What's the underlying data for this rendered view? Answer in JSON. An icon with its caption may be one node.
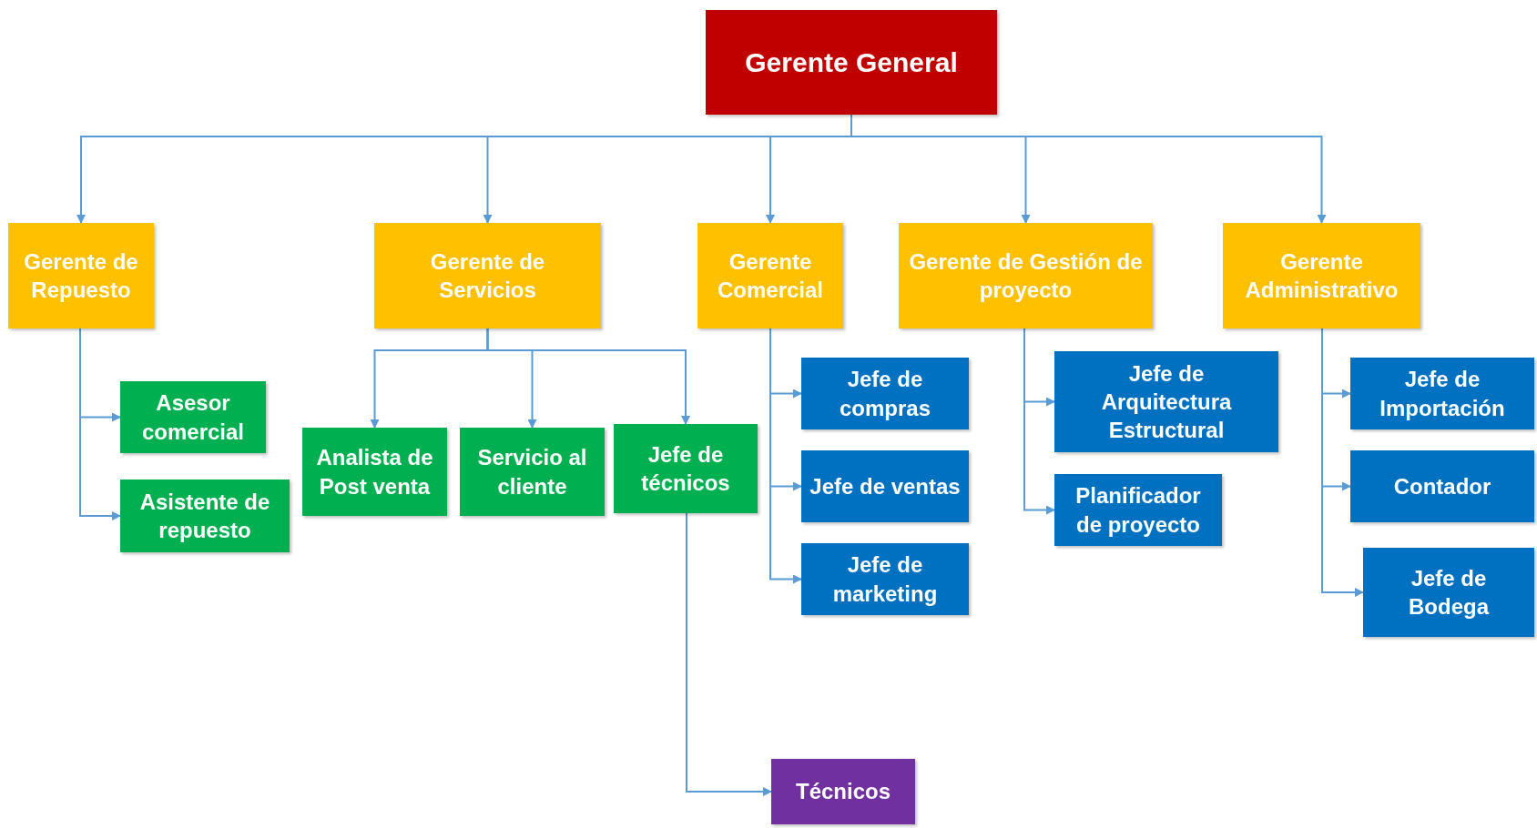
{
  "diagram": {
    "nodes": [
      {
        "text": [
          "Gerente General"
        ]
      },
      {
        "text": [
          "Gerente de Repuesto"
        ]
      },
      {
        "text": [
          "Gerente de Servicios"
        ]
      },
      {
        "text": [
          "Gerente Comercial"
        ]
      },
      {
        "text": [
          "Gerente de Gestión de proyecto"
        ]
      },
      {
        "text": [
          "Gerente Administrativo"
        ]
      },
      {
        "text": [
          "Asesor comercial"
        ]
      },
      {
        "text": [
          "Asistente de repuesto"
        ]
      },
      {
        "text": [
          "Analista de Post venta"
        ]
      },
      {
        "text": [
          "Servicio al cliente"
        ]
      },
      {
        "text": [
          "Jefe de técnicos"
        ]
      },
      {
        "text": [
          "Jefe de compras"
        ]
      },
      {
        "text": [
          "Jefe de ventas"
        ]
      },
      {
        "text": [
          "Jefe de marketing"
        ]
      },
      {
        "text": [
          "Jefe de Arquitectura Estructural"
        ]
      },
      {
        "text": [
          "Planificador de proyecto"
        ]
      },
      {
        "text": [
          "Jefe de Importación"
        ]
      },
      {
        "text": [
          "Contador"
        ]
      },
      {
        "text": [
          "Jefe de Bodega"
        ]
      },
      {
        "text": [
          "Técnicos"
        ]
      }
    ],
    "edges": [
      {
        "from": 0,
        "to": 1,
        "arrow": "to"
      },
      {
        "from": 0,
        "to": 2,
        "arrow": "to"
      },
      {
        "from": 0,
        "to": 3,
        "arrow": "to"
      },
      {
        "from": 0,
        "to": 4,
        "arrow": "to"
      },
      {
        "from": 0,
        "to": 5,
        "arrow": "to"
      },
      {
        "from": 1,
        "to": 6,
        "arrow": "to"
      },
      {
        "from": 1,
        "to": 7,
        "arrow": "to"
      },
      {
        "from": 2,
        "to": 8,
        "arrow": "to"
      },
      {
        "from": 2,
        "to": 9,
        "arrow": "to"
      },
      {
        "from": 2,
        "to": 10,
        "arrow": "to"
      },
      {
        "from": 3,
        "to": 11,
        "arrow": "to"
      },
      {
        "from": 3,
        "to": 12,
        "arrow": "to"
      },
      {
        "from": 3,
        "to": 13,
        "arrow": "to"
      },
      {
        "from": 4,
        "to": 14,
        "arrow": "to"
      },
      {
        "from": 4,
        "to": 15,
        "arrow": "to"
      },
      {
        "from": 5,
        "to": 16,
        "arrow": "to"
      },
      {
        "from": 5,
        "to": 17,
        "arrow": "to"
      },
      {
        "from": 5,
        "to": 18,
        "arrow": "to"
      },
      {
        "from": 10,
        "to": 19,
        "arrow": "to"
      }
    ]
  }
}
